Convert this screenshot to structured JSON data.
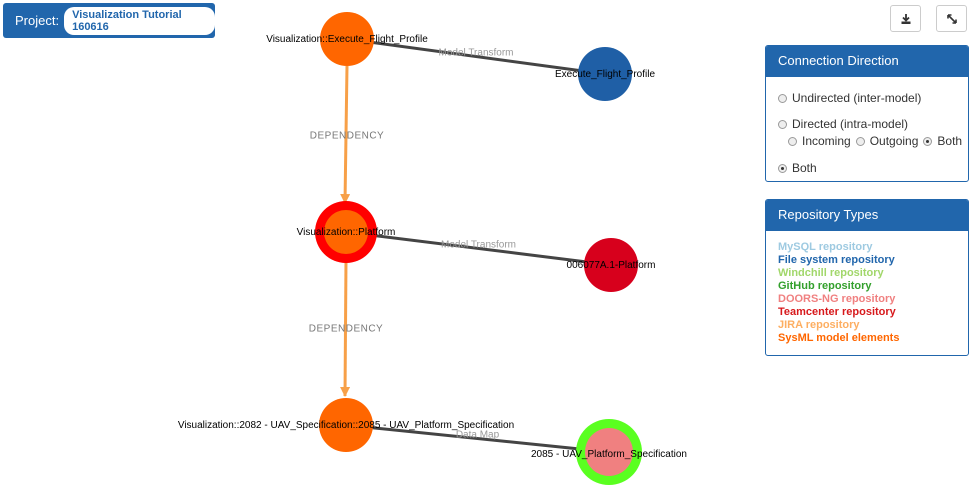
{
  "project": {
    "label": "Project:",
    "name": "Visualization Tutorial 160616"
  },
  "toolbar": {
    "download_icon": "download-icon",
    "expand_icon": "expand-icon"
  },
  "connection_panel": {
    "title": "Connection Direction",
    "undirected": "Undirected (inter-model)",
    "directed": "Directed (intra-model)",
    "incoming": "Incoming",
    "outgoing": "Outgoing",
    "both_sub": "Both",
    "both": "Both",
    "selected_main": "both",
    "selected_sub": "both"
  },
  "repository_panel": {
    "title": "Repository Types",
    "items": [
      {
        "label": "MySQL repository",
        "color": "#9ecae1"
      },
      {
        "label": "File system repository",
        "color": "#2166ac"
      },
      {
        "label": "Windchill repository",
        "color": "#a1d76a"
      },
      {
        "label": "GitHub repository",
        "color": "#33a02c"
      },
      {
        "label": "DOORS-NG repository",
        "color": "#f08080"
      },
      {
        "label": "Teamcenter repository",
        "color": "#d7191c"
      },
      {
        "label": "JIRA repository",
        "color": "#fdae61"
      },
      {
        "label": "SysML model elements",
        "color": "#ff6600"
      }
    ]
  },
  "graph": {
    "nodes": [
      {
        "id": "n1",
        "label": "Visualization::Execute_Flight_Profile",
        "fill": "#ff6600",
        "ring": null
      },
      {
        "id": "n2",
        "label": "Execute_Flight_Profile",
        "fill": "#1f5fa6",
        "ring": null
      },
      {
        "id": "n3",
        "label": "Visualization::Platform",
        "fill": "#ff6600",
        "ring": "#ff0000"
      },
      {
        "id": "n4",
        "label": "006077A.1-Platform",
        "fill": "#d7001c",
        "ring": null
      },
      {
        "id": "n5",
        "label": "Visualization::2082 - UAV_Specification::2085 - UAV_Platform_Specification",
        "fill": "#ff6600",
        "ring": null
      },
      {
        "id": "n6",
        "label": "2085 - UAV_Platform_Specification",
        "fill": "#f08080",
        "ring": "#5aff20"
      }
    ],
    "edges": [
      {
        "from": "n1",
        "to": "n2",
        "label": "Model Transform",
        "kind": "link"
      },
      {
        "from": "n3",
        "to": "n4",
        "label": "Model Transform",
        "kind": "link"
      },
      {
        "from": "n5",
        "to": "n6",
        "label": "Data Map",
        "kind": "link"
      },
      {
        "from": "n1",
        "to": "n3",
        "label": "DEPENDENCY",
        "kind": "dependency"
      },
      {
        "from": "n3",
        "to": "n5",
        "label": "DEPENDENCY",
        "kind": "dependency"
      }
    ],
    "colors": {
      "link": "#444444",
      "dependency": "#f7a048"
    }
  }
}
